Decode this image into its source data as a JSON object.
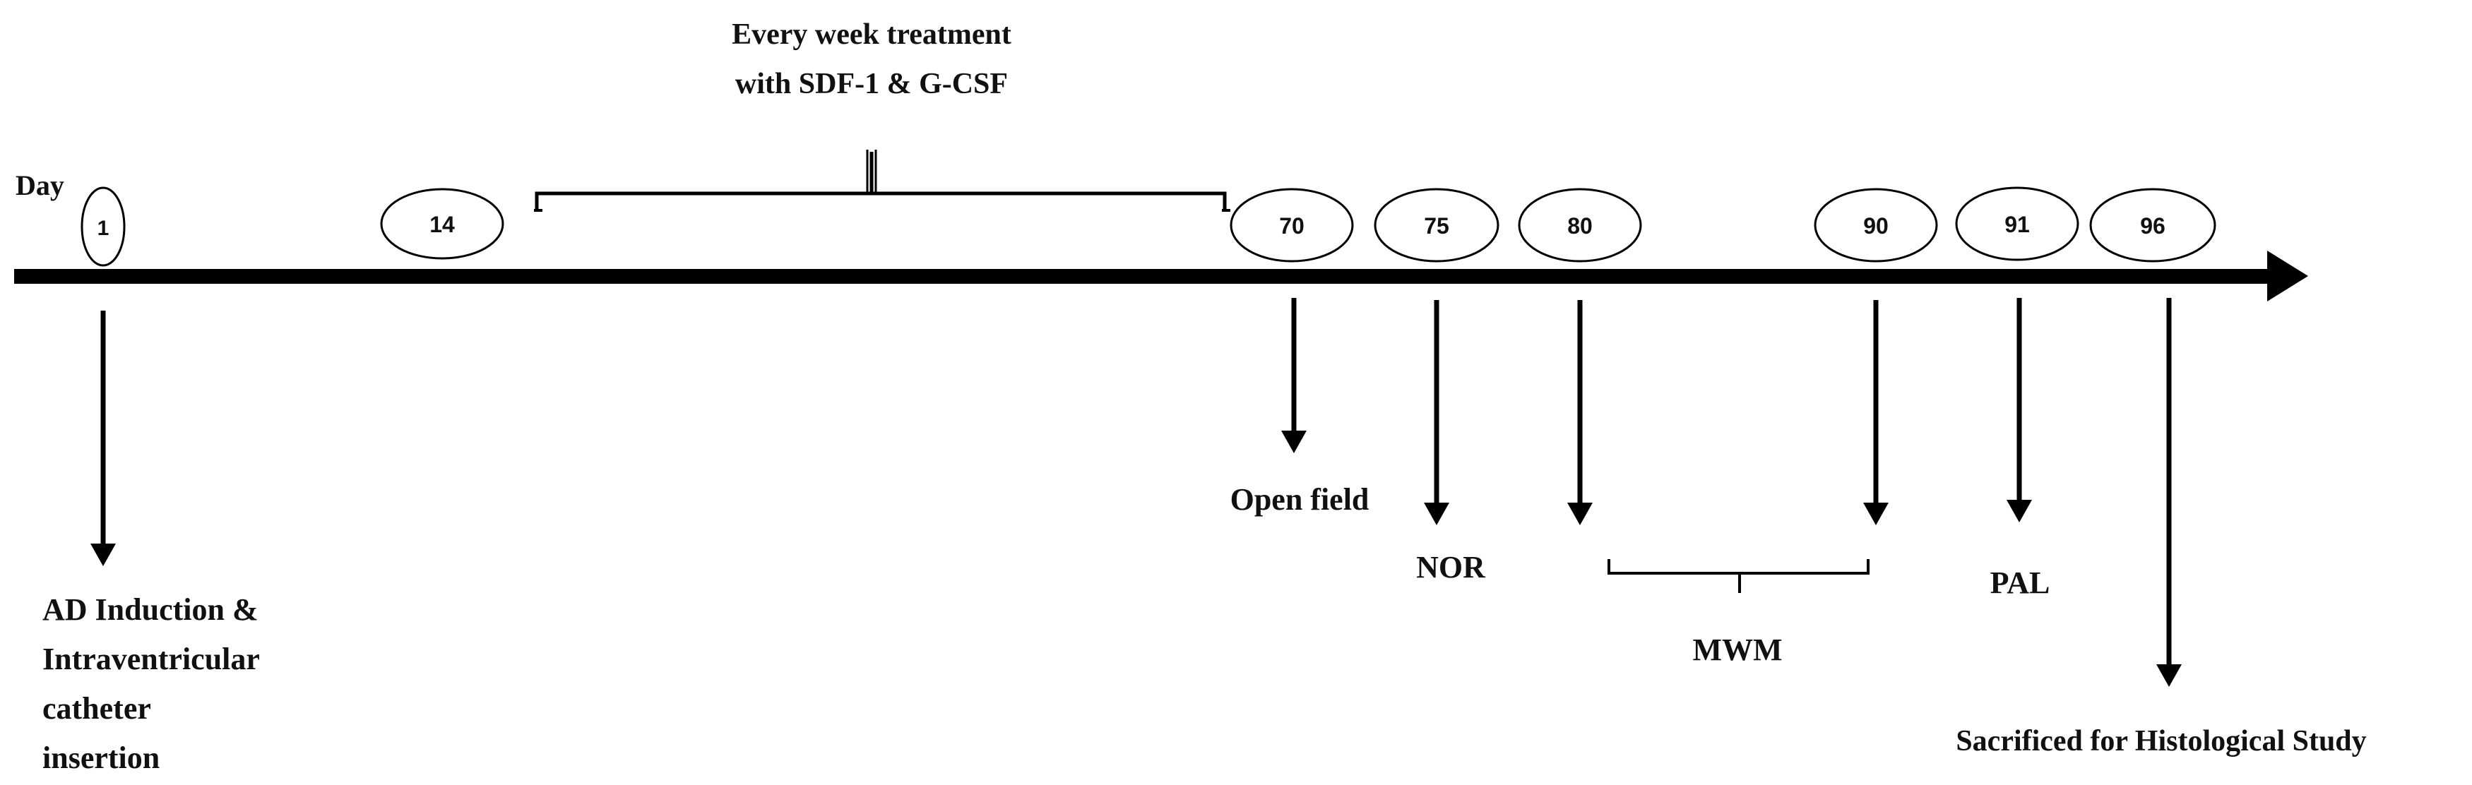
{
  "day_label": "Day",
  "treatment": {
    "line1": "Every week treatment",
    "line2": "with SDF-1 & G-CSF"
  },
  "days": [
    "1",
    "14",
    "70",
    "75",
    "80",
    "90",
    "91",
    "96"
  ],
  "events": {
    "induction": [
      "AD Induction &",
      "Intraventricular",
      "catheter",
      "insertion"
    ],
    "open_field": "Open field",
    "nor": "NOR",
    "mwm": "MWM",
    "pal": "PAL",
    "sacrifice": "Sacrificed for Histological Study"
  }
}
